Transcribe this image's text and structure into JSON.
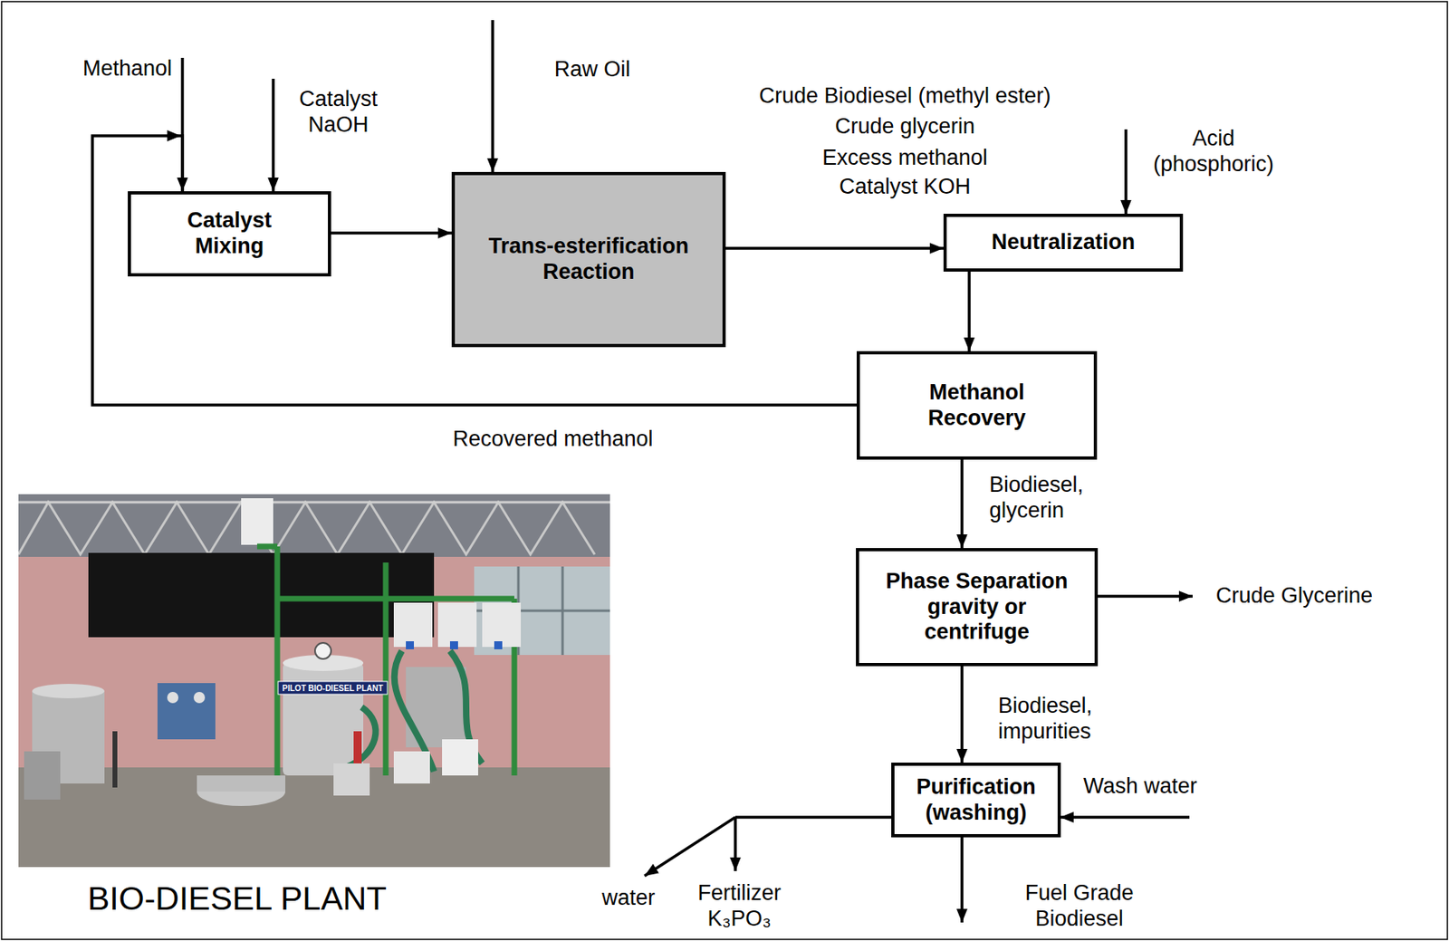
{
  "diagram": {
    "nodes": [
      {
        "text": [
          "Catalyst Mixing"
        ]
      },
      {
        "text": [
          "Trans-esterification Reaction"
        ]
      },
      {
        "text": [
          "Neutralization"
        ]
      },
      {
        "text": [
          "Methanol Recovery"
        ]
      },
      {
        "text": [
          "Phase Separation gravity or centrifuge"
        ]
      },
      {
        "text": [
          "Purification (washing)"
        ]
      }
    ],
    "edges": [
      {
        "from": 0,
        "to": 1,
        "arrow": "to"
      },
      {
        "from": 1,
        "to": 2,
        "arrow": "to"
      },
      {
        "from": 2,
        "to": 3,
        "arrow": "to"
      },
      {
        "from": 3,
        "to": 0,
        "arrow": "to"
      },
      {
        "from": 3,
        "to": 4,
        "arrow": "to"
      },
      {
        "from": 4,
        "to": 5,
        "arrow": "to"
      }
    ],
    "labels": [
      "Methanol",
      "Catalyst NaOH",
      "Raw Oil",
      "Crude Biodiesel (methyl ester)",
      "Crude glycerin",
      "Excess methanol",
      "Catalyst KOH",
      "Acid (phosphoric)",
      "Recovered methanol",
      "Biodiesel, glycerin",
      "Crude Glycerine",
      "Biodiesel, impurities",
      "Wash water",
      "water",
      "Fertilizer K₃PO₃",
      "Fuel Grade Biodiesel",
      "PILOT BIO-DIESEL PLANT",
      "BIO-DIESEL PLANT"
    ]
  }
}
